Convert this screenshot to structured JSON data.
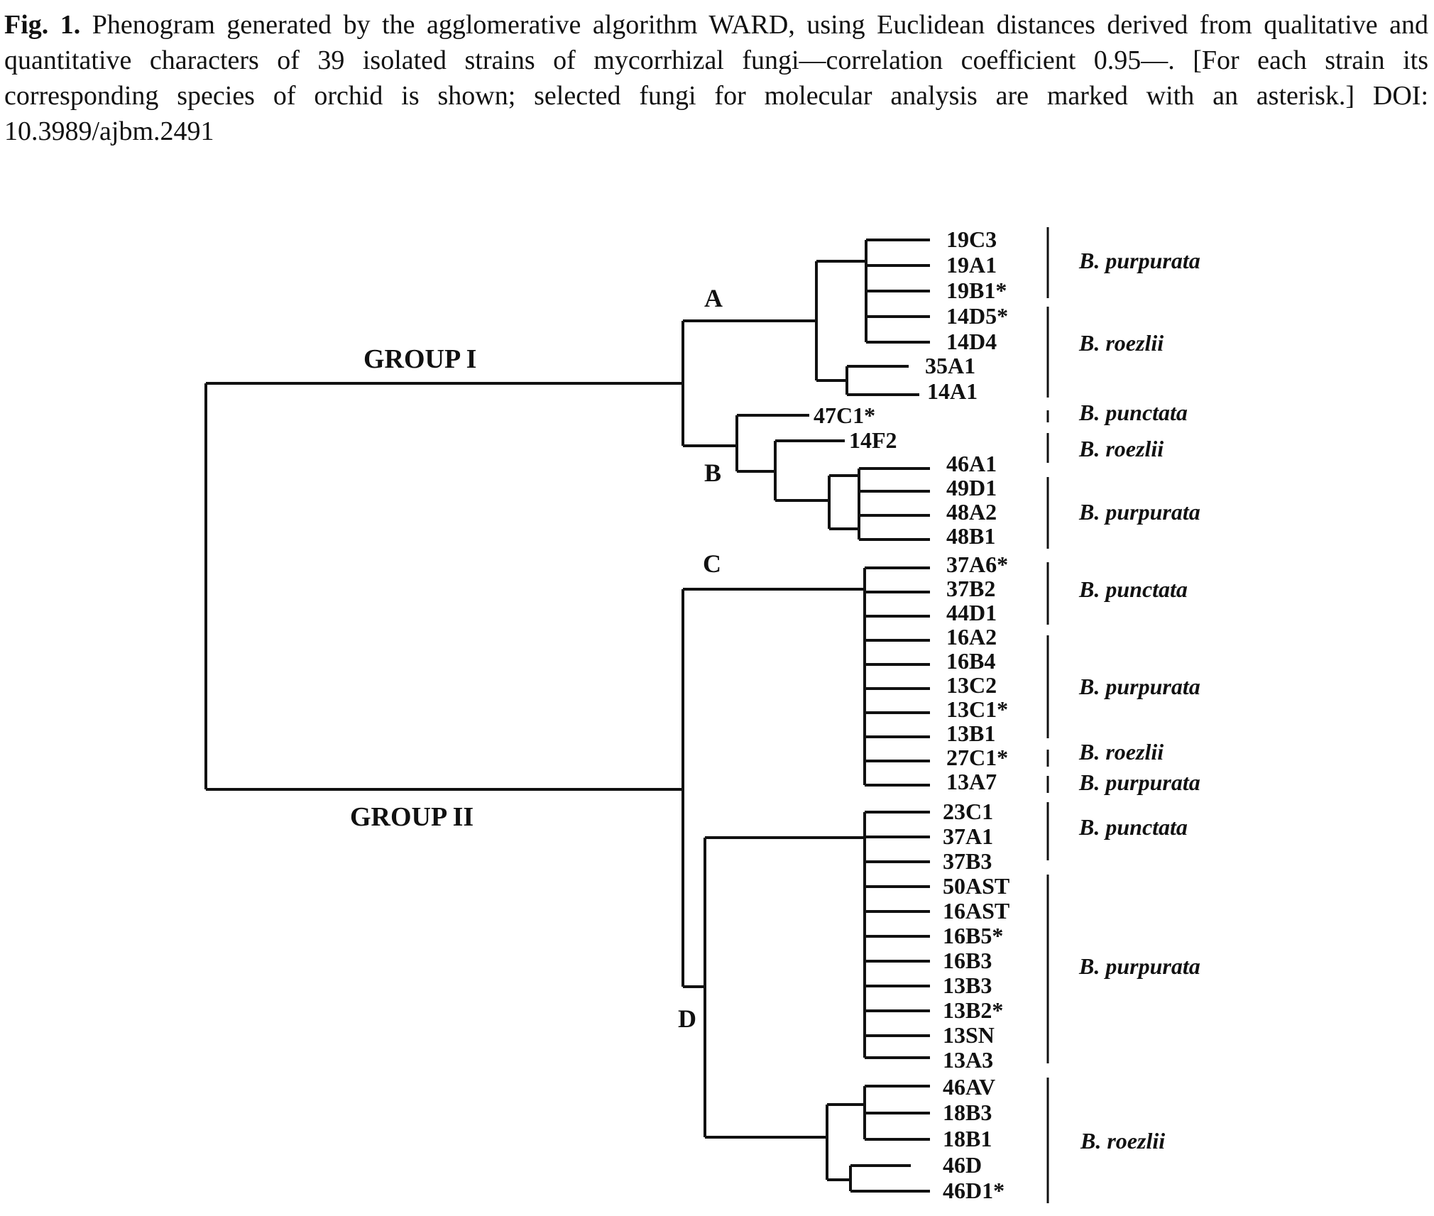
{
  "caption": {
    "label": "Fig. 1.",
    "text": "Phenogram generated by the agglomerative algorithm WARD, using Euclidean distances derived from qualitative and quantitative characters of 39 isolated strains of mycorrhizal fungi—correlation coefficient 0.95—. [For each strain its corresponding species of orchid is shown; selected fungi for molecular analysis are marked with an asterisk.] DOI: 10.3989/ajbm.2491"
  },
  "groups": [
    "GROUP I",
    "GROUP II"
  ],
  "clusters": [
    "A",
    "B",
    "C",
    "D"
  ],
  "leaves": [
    "19C3",
    "19A1",
    "19B1*",
    "14D5*",
    "14D4",
    "35A1",
    "14A1",
    "47C1*",
    "14F2",
    "46A1",
    "49D1",
    "48A2",
    "48B1",
    "37A6*",
    "37B2",
    "44D1",
    "16A2",
    "16B4",
    "13C2",
    "13C1*",
    "13B1",
    "27C1*",
    "13A7",
    "23C1",
    "37A1",
    "37B3",
    "50AST",
    "16AST",
    "16B5*",
    "16B3",
    "13B3",
    "13B2*",
    "13SN",
    "13A3",
    "46AV",
    "18B3",
    "18B1",
    "46D",
    "46D1*"
  ],
  "species_labels": [
    "B. purpurata",
    "B. roezlii",
    "B. punctata",
    "B. roezlii",
    "B. purpurata",
    "B. punctata",
    "B. purpurata",
    "B. roezlii",
    "B. purpurata",
    "B. punctata",
    "B. purpurata",
    "B. roezlii"
  ]
}
